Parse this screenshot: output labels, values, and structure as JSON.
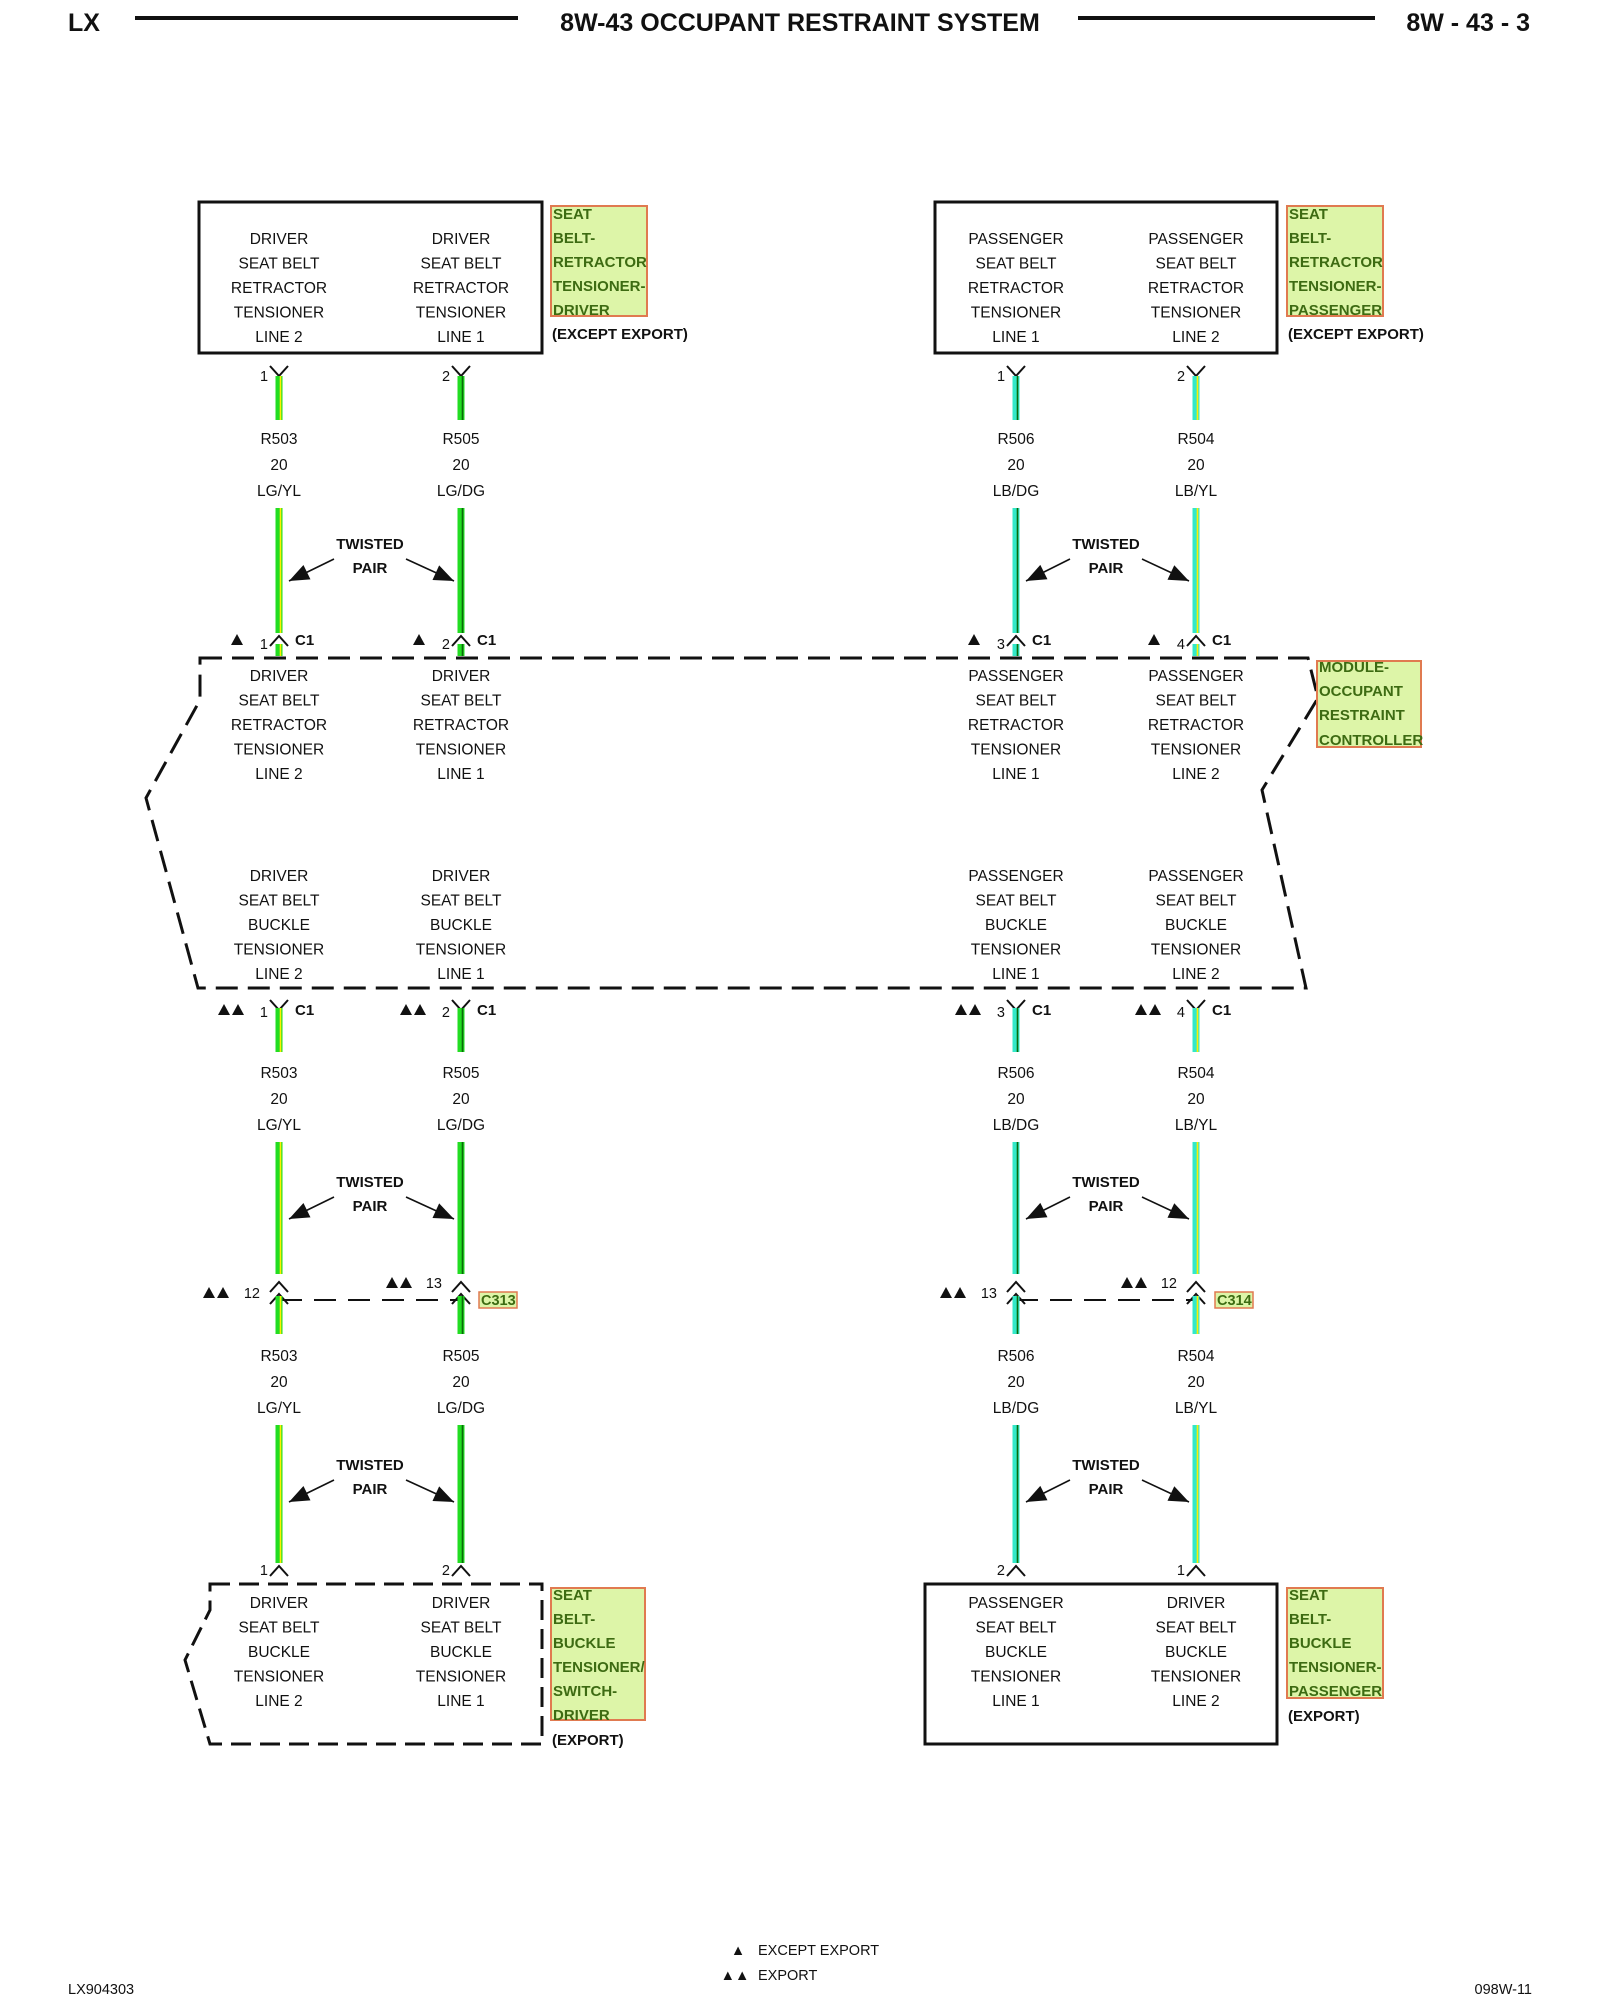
{
  "header": {
    "left": "LX",
    "title": "8W-43 OCCUPANT RESTRAINT SYSTEM",
    "right": "8W - 43 - 3"
  },
  "footer": {
    "left": "LX904303",
    "right": "098W-11",
    "legend": [
      {
        "symbol": "▲",
        "text": "EXCEPT EXPORT"
      },
      {
        "symbol": "▲▲",
        "text": "EXPORT"
      }
    ]
  },
  "top_components": {
    "driver": {
      "pins": [
        {
          "num": "1",
          "lines": [
            "DRIVER",
            "SEAT BELT",
            "RETRACTOR",
            "TENSIONER",
            "LINE 2"
          ]
        },
        {
          "num": "2",
          "lines": [
            "DRIVER",
            "SEAT BELT",
            "RETRACTOR",
            "TENSIONER",
            "LINE 1"
          ]
        }
      ],
      "tag": [
        "SEAT",
        "BELT-",
        "RETRACTOR",
        "TENSIONER-",
        "DRIVER"
      ],
      "note": "(EXCEPT EXPORT)"
    },
    "passenger": {
      "pins": [
        {
          "num": "1",
          "lines": [
            "PASSENGER",
            "SEAT BELT",
            "RETRACTOR",
            "TENSIONER",
            "LINE 1"
          ]
        },
        {
          "num": "2",
          "lines": [
            "PASSENGER",
            "SEAT BELT",
            "RETRACTOR",
            "TENSIONER",
            "LINE 2"
          ]
        }
      ],
      "tag": [
        "SEAT",
        "BELT-",
        "RETRACTOR",
        "TENSIONER-",
        "PASSENGER"
      ],
      "note": "(EXCEPT EXPORT)"
    }
  },
  "wires": [
    {
      "circuit": "R503",
      "gauge": "20",
      "color": "LG/YL"
    },
    {
      "circuit": "R505",
      "gauge": "20",
      "color": "LG/DG"
    },
    {
      "circuit": "R506",
      "gauge": "20",
      "color": "LB/DG"
    },
    {
      "circuit": "R504",
      "gauge": "20",
      "color": "LB/YL"
    }
  ],
  "twisted_pair": [
    "TWISTED",
    "PAIR"
  ],
  "module": {
    "tag": [
      "MODULE-",
      "OCCUPANT",
      "RESTRAINT",
      "CONTROLLER"
    ],
    "connector": "C1",
    "top_pins": [
      "1",
      "2",
      "3",
      "4"
    ],
    "bottom_pins": [
      "1",
      "2",
      "3",
      "4"
    ],
    "retractor_labels": [
      [
        "DRIVER",
        "SEAT BELT",
        "RETRACTOR",
        "TENSIONER",
        "LINE 2"
      ],
      [
        "DRIVER",
        "SEAT BELT",
        "RETRACTOR",
        "TENSIONER",
        "LINE 1"
      ],
      [
        "PASSENGER",
        "SEAT BELT",
        "RETRACTOR",
        "TENSIONER",
        "LINE 1"
      ],
      [
        "PASSENGER",
        "SEAT BELT",
        "RETRACTOR",
        "TENSIONER",
        "LINE 2"
      ]
    ],
    "buckle_labels": [
      [
        "DRIVER",
        "SEAT BELT",
        "BUCKLE",
        "TENSIONER",
        "LINE 2"
      ],
      [
        "DRIVER",
        "SEAT BELT",
        "BUCKLE",
        "TENSIONER",
        "LINE 1"
      ],
      [
        "PASSENGER",
        "SEAT BELT",
        "BUCKLE",
        "TENSIONER",
        "LINE 1"
      ],
      [
        "PASSENGER",
        "SEAT BELT",
        "BUCKLE",
        "TENSIONER",
        "LINE 2"
      ]
    ]
  },
  "inline_connectors": [
    {
      "name": "C313",
      "pins": [
        "12",
        "13"
      ]
    },
    {
      "name": "C314",
      "pins": [
        "13",
        "12"
      ]
    }
  ],
  "bottom_components": {
    "driver": {
      "pins": [
        {
          "num": "1",
          "lines": [
            "DRIVER",
            "SEAT BELT",
            "BUCKLE",
            "TENSIONER",
            "LINE 2"
          ]
        },
        {
          "num": "2",
          "lines": [
            "DRIVER",
            "SEAT BELT",
            "BUCKLE",
            "TENSIONER",
            "LINE 1"
          ]
        }
      ],
      "tag": [
        "SEAT",
        "BELT-",
        "BUCKLE",
        "TENSIONER/",
        "SWITCH-",
        "DRIVER"
      ],
      "note": "(EXPORT)"
    },
    "passenger": {
      "pins": [
        {
          "num": "2",
          "lines": [
            "PASSENGER",
            "SEAT BELT",
            "BUCKLE",
            "TENSIONER",
            "LINE 1"
          ]
        },
        {
          "num": "1",
          "lines": [
            "DRIVER",
            "SEAT BELT",
            "BUCKLE",
            "TENSIONER",
            "LINE 2"
          ]
        }
      ],
      "tag": [
        "SEAT",
        "BELT-",
        "BUCKLE",
        "TENSIONER-",
        "PASSENGER"
      ],
      "note": "(EXPORT)"
    }
  },
  "colors": {
    "lg_wire": "#22dd22",
    "lg_yl_stripe": "#ffee00",
    "lg_dg_stripe": "#0a6a0a",
    "lb_wire": "#33e8c8",
    "lb_dg_stripe": "#0a6a0a",
    "lb_yl_stripe": "#ffee00",
    "tag_fill": "#ddf5a8",
    "tag_border": "#e07a50",
    "tag_text": "#3d6b12"
  }
}
